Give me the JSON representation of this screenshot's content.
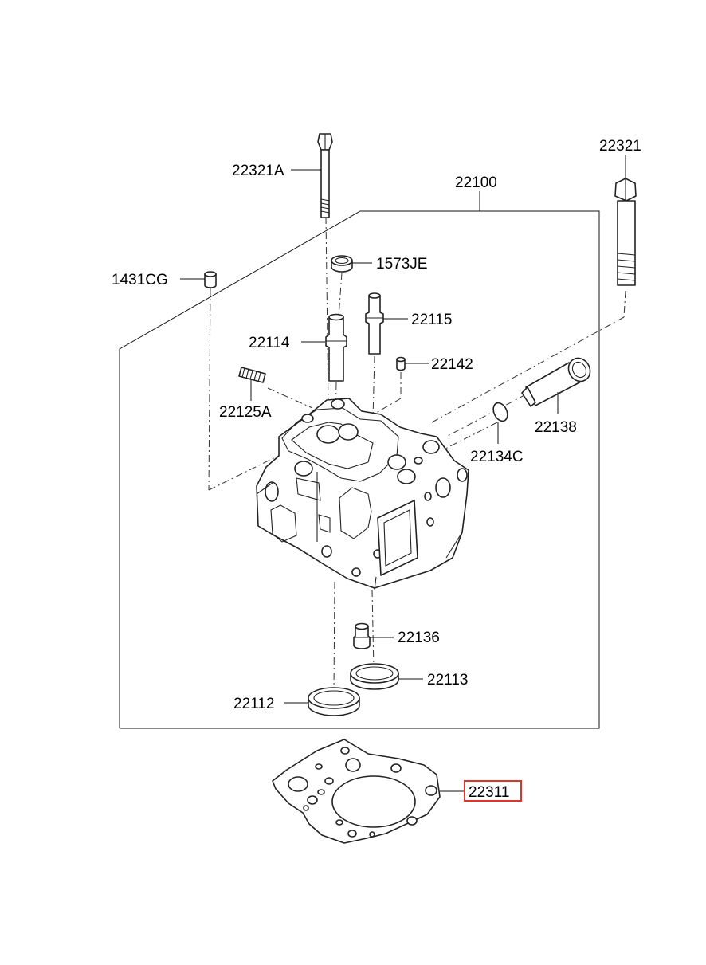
{
  "parts": {
    "p22321A": "22321A",
    "p22321": "22321",
    "p22100": "22100",
    "p1573JE": "1573JE",
    "p1431CG": "1431CG",
    "p22115": "22115",
    "p22114": "22114",
    "p22142": "22142",
    "p22125A": "22125A",
    "p22138": "22138",
    "p22134C": "22134C",
    "p22136": "22136",
    "p22113": "22113",
    "p22112": "22112",
    "p22311": "22311"
  },
  "highlight": {
    "part": "22311",
    "color": "#e0342a"
  }
}
